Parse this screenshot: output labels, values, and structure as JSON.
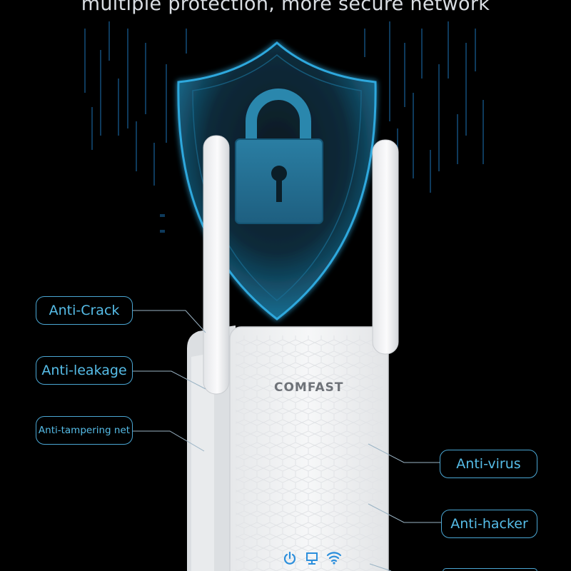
{
  "headline": "multiple protection, more secure network",
  "brand": "COMFAST",
  "colors": {
    "background": "#000000",
    "accent_blue": "#56bde8",
    "shield_glow": "#1f7fa6",
    "device_white": "#f2f3f4"
  },
  "features_left": [
    {
      "label": "Anti-Crack"
    },
    {
      "label": "Anti-leakage"
    },
    {
      "label": "Anti-tampering net"
    }
  ],
  "features_right": [
    {
      "label": "Anti-virus"
    },
    {
      "label": "Anti-hacker"
    }
  ],
  "status_icons": [
    "power-icon",
    "lan-icon",
    "wifi-icon"
  ]
}
